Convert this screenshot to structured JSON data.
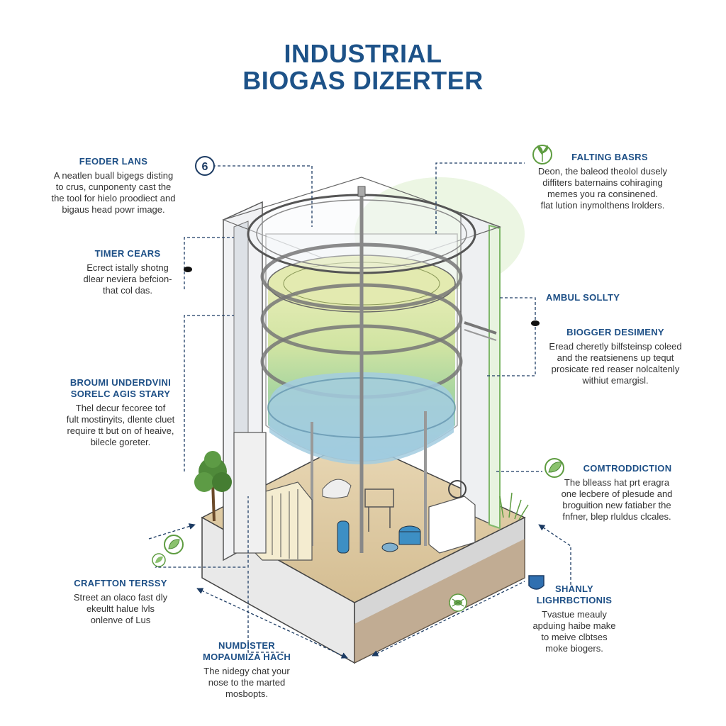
{
  "title": {
    "line1": "INDUSTRIAL",
    "line2": "BIOGAS DIZERTER"
  },
  "callouts": {
    "feeder_lans": {
      "heading": "FEODER LANS",
      "lines": [
        "A neatlen buall bigegs disting",
        "to crus, cunponenty cast the",
        "the tool for hielo proodiect and",
        "bigaus head powr image."
      ]
    },
    "timer_cears": {
      "heading": "TIMER CEARS",
      "lines": [
        "Ecrect istally shotng",
        "dlear neviera befcion-",
        "that col das."
      ]
    },
    "broum_underdvini": {
      "heading": [
        "BROUMI UNDERDVINI",
        "SORELC AGIS STARY"
      ],
      "lines": [
        "Thel decur fecoree tof",
        "fult mostinyits, dlente cluet",
        "require tt but on of heaive,",
        "bilecle goreter."
      ]
    },
    "craftton_terssy": {
      "heading": "CRAFTTON TERSSY",
      "lines": [
        "Street an olaco fast dly",
        "ekeultt halue lvls",
        "onlenve of Lus"
      ]
    },
    "numdister": {
      "heading": [
        "NUMDISTER",
        "MOPAUMIZA HACH"
      ],
      "lines": [
        "The nidegy chat your",
        "nose to the marted",
        "mosbopts."
      ]
    },
    "falting_basrs": {
      "heading": "FALTING BASRS",
      "lines": [
        "Deon, the baleod theolol dusely",
        "diffiters baternains cohiraging",
        "memes you ra consinened.",
        "flat lution inymolthens lrolders."
      ]
    },
    "ambul_sollty": {
      "heading": "AMBUL SOLLTY"
    },
    "biogger_desimeny": {
      "heading": "BIOGGER DESIMENY",
      "lines": [
        "Eread cheretly bilfsteinsp coleed",
        "and the reatsienens up tequt",
        "prosicate red reaser nolcaltenly",
        "withiut emargisl."
      ]
    },
    "comtroddiction": {
      "heading": "COMTRODDICTION",
      "lines": [
        "The blleass hat prt eragra",
        "one lecbere of plesude and",
        "broguition new fatiaber the",
        "fnfner, blep rluldus clcales."
      ]
    },
    "shanly_lighrbctionis": {
      "heading": [
        "SHANLY",
        "LIGHRBCTIONIS"
      ],
      "lines": [
        "Tvastue meauly",
        "apduing haibe make",
        "to meive clbtses",
        "moke biogers."
      ]
    }
  },
  "icons": [
    "marker-6-icon",
    "plant-icon",
    "dot-icon",
    "dot-icon",
    "leaf-icon",
    "shield-icon",
    "bug-icon"
  ],
  "colors": {
    "title": "#1d5288",
    "heading": "#1d4f86",
    "leader": "#1c3b63",
    "tank_yellow": "#dfe8a8",
    "tank_green": "#a9d48a",
    "tank_blue": "#9cc9dc",
    "frame_green": "#7fb86a"
  }
}
